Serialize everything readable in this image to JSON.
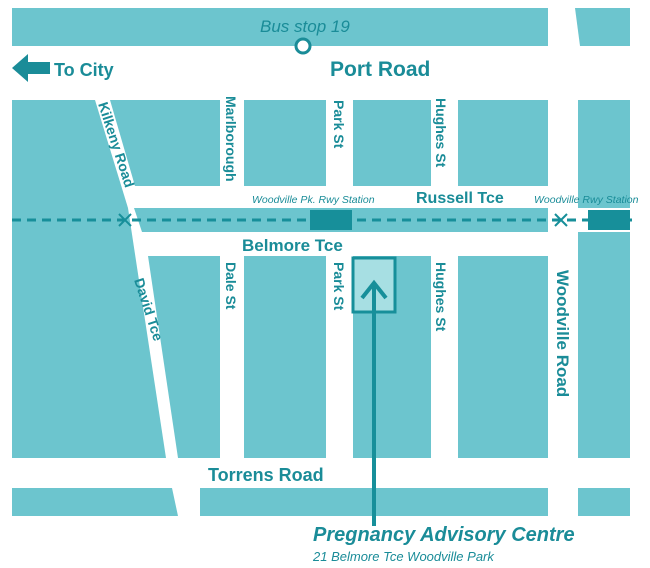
{
  "colors": {
    "block": "#6cc5ce",
    "road": "#ffffff",
    "ink": "#1a8c98",
    "station": "#178f9a",
    "pac_fill": "#a7dfe3"
  },
  "labels": {
    "bus_stop": "Bus stop 19",
    "to_city": "To City",
    "port_road": "Port Road",
    "kilkeny_road": "Kilkeny Road",
    "marlborough": "Marlborough",
    "park_st_north": "Park St",
    "hughes_st_north": "Hughes St",
    "woodville_pk_station": "Woodville Pk. Rwy Station",
    "russell_tce": "Russell Tce",
    "woodville_rwy_station": "Woodville Rwy Station",
    "belmore_tce": "Belmore Tce",
    "dale_st": "Dale St",
    "park_st_south": "Park St",
    "hughes_st_south": "Hughes St",
    "david_tce": "David Tce",
    "woodville_road": "Woodville Road",
    "torrens_road": "Torrens Road"
  },
  "destination": {
    "name": "Pregnancy Advisory Centre",
    "address": "21 Belmore Tce Woodville Park"
  },
  "icons": {
    "bus_stop": "circle-marker-icon",
    "to_city": "arrow-left-icon",
    "crossing": "x-mark-icon",
    "pointer": "arrow-up-icon"
  }
}
